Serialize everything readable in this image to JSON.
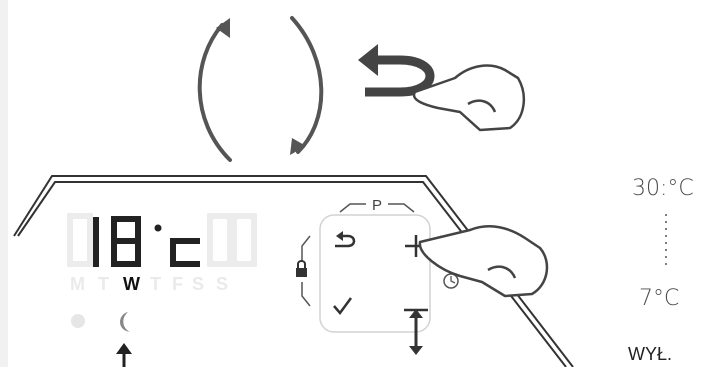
{
  "display": {
    "temperature_digits": "18",
    "temperature_unit": "c",
    "days": [
      "M",
      "T",
      "W",
      "T",
      "F",
      "S",
      "S"
    ],
    "active_day_index": 2
  },
  "keypad": {
    "program_label": "P",
    "back_icon": "return-arrow-icon",
    "plus_icon": "plus-icon",
    "minus_icon": "minus-icon",
    "confirm_icon": "checkmark-icon",
    "lock_icon": "padlock-icon",
    "timer_icon": "clock-icon"
  },
  "range": {
    "max": "30:°C",
    "min": "7°C",
    "off": "WYŁ."
  },
  "colors": {
    "line": "#555555",
    "faint": "#e8e8e8",
    "digit": "#222222"
  }
}
